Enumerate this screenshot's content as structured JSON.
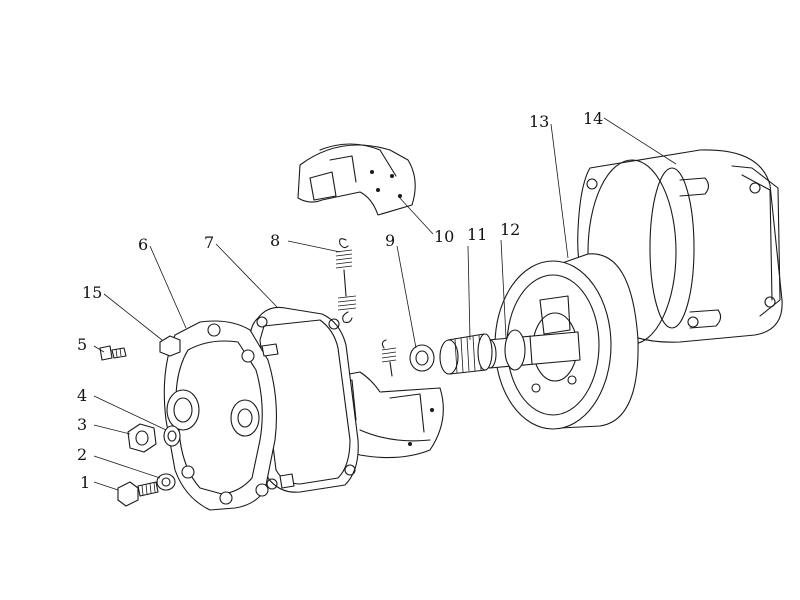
{
  "callouts": [
    {
      "id": "1",
      "text": "1"
    },
    {
      "id": "2",
      "text": "2"
    },
    {
      "id": "3",
      "text": "3"
    },
    {
      "id": "4",
      "text": "4"
    },
    {
      "id": "5",
      "text": "5"
    },
    {
      "id": "6",
      "text": "6"
    },
    {
      "id": "7",
      "text": "7"
    },
    {
      "id": "8",
      "text": "8"
    },
    {
      "id": "9",
      "text": "9"
    },
    {
      "id": "10",
      "text": "10"
    },
    {
      "id": "11",
      "text": "11"
    },
    {
      "id": "12",
      "text": "12"
    },
    {
      "id": "13",
      "text": "13"
    },
    {
      "id": "14",
      "text": "14"
    },
    {
      "id": "15",
      "text": "15"
    }
  ],
  "colors": {
    "line": "#1a1a1a",
    "background": "#ffffff"
  }
}
